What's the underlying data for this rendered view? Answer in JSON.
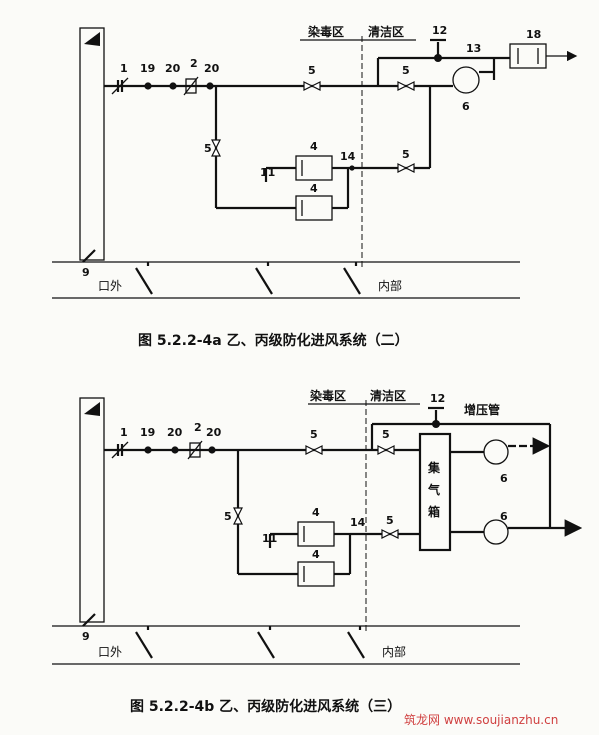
{
  "diagram_a": {
    "zone_dirty": "染毒区",
    "zone_clean": "清洁区",
    "label_outside": "口外",
    "label_inside": "内部",
    "caption": "图 5.2.2-4a   乙、丙级防化进风系统（二）",
    "nums": {
      "n1": "1",
      "n19": "19",
      "n20a": "20",
      "n2": "2",
      "n20b": "20",
      "n5a": "5",
      "n5b": "5",
      "n5c": "5",
      "n5d": "5",
      "n4a": "4",
      "n4b": "4",
      "n11": "11",
      "n14": "14",
      "n12": "12",
      "n13": "13",
      "n18": "18",
      "n6": "6",
      "n9": "9"
    }
  },
  "diagram_b": {
    "zone_dirty": "染毒区",
    "zone_clean": "清洁区",
    "label_outside": "口外",
    "label_inside": "内部",
    "pressure_pipe": "增压管",
    "box_label": [
      "集",
      "气",
      "箱"
    ],
    "caption": "图 5.2.2-4b   乙、丙级防化进风系统（三）",
    "nums": {
      "n1": "1",
      "n19": "19",
      "n20a": "20",
      "n2": "2",
      "n20b": "20",
      "n5a": "5",
      "n5b": "5",
      "n5c": "5",
      "n5d": "5",
      "n4a": "4",
      "n4b": "4",
      "n11": "11",
      "n14": "14",
      "n12": "12",
      "n6a": "6",
      "n6b": "6",
      "n9": "9"
    }
  },
  "watermark": "筑龙网 www.soujianzhu.cn"
}
